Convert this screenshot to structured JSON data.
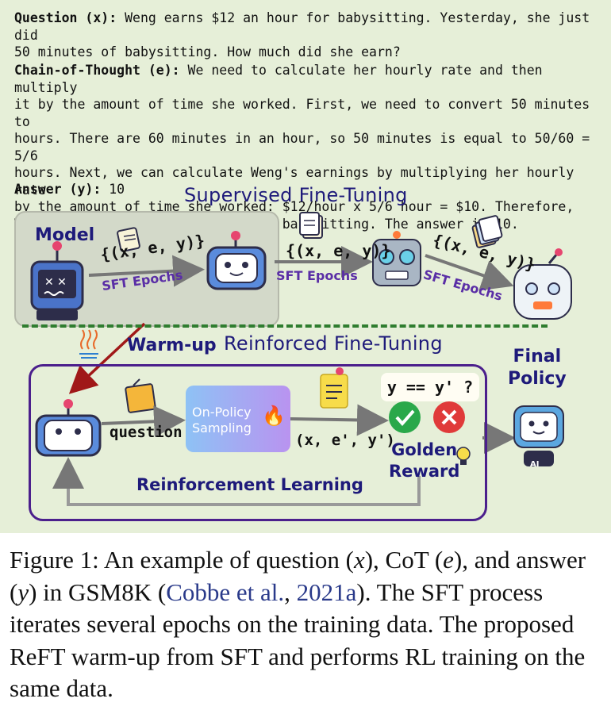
{
  "question": {
    "label": "Question (x):",
    "text_line1": " Weng earns $12 an hour for babysitting. Yesterday, she just did",
    "text_line2": "50 minutes of babysitting. How much did she earn?"
  },
  "cot": {
    "label": "Chain-of-Thought (e):",
    "lines": [
      " We need to calculate her hourly rate and then multiply",
      "it by the amount of time she worked. First, we need to convert 50 minutes to",
      "hours. There are 60 minutes in an hour, so 50 minutes is equal to 50/60 = 5/6",
      "hours. Next, we can calculate Weng's earnings by multiplying her hourly rate",
      "by the amount of time she worked:  $12/hour x 5/6 hour = $10. Therefore,",
      "Weng earned $10 for 50 minutes of babysitting. The answer is 10."
    ]
  },
  "answer": {
    "label": "Answer (y):",
    "value": " 10"
  },
  "sft": {
    "title": "Supervised Fine-Tuning",
    "model_label": "Model",
    "tuple": "{(x, e, y)}",
    "epochs": "SFT Epochs"
  },
  "rft": {
    "title": "Reinforced Fine-Tuning",
    "warmup": "Warm-up",
    "question": "question",
    "sampling": "On-Policy Sampling",
    "tuple": "(x, e', y')",
    "check": "y == y' ?",
    "golden_line1": "Golden",
    "golden_line2": "Reward",
    "rl": "Reinforcement Learning",
    "final_line1": "Final",
    "final_line2": "Policy",
    "ai_badge": "AI"
  },
  "colors": {
    "panel_bg": "#e6efd8",
    "title": "#1e1a7a",
    "epochs": "#5a2ea6",
    "rl_border": "#4b1f8c",
    "dash": "#2f7d2f",
    "check": "#2aa84a",
    "cross": "#e03a3a"
  },
  "caption": {
    "part1": "Figure 1:  An example of question (",
    "x": "x",
    "part2": "), CoT (",
    "e": "e",
    "part3": "), and answer (",
    "y": "y",
    "part4": ") in GSM8K (",
    "cite1": "Cobbe et al.",
    "sep": ", ",
    "cite2": "2021a",
    "part5": "). The SFT process iterates several epochs on the training data. The proposed ReFT warm-up from SFT and performs RL training on the same data."
  }
}
